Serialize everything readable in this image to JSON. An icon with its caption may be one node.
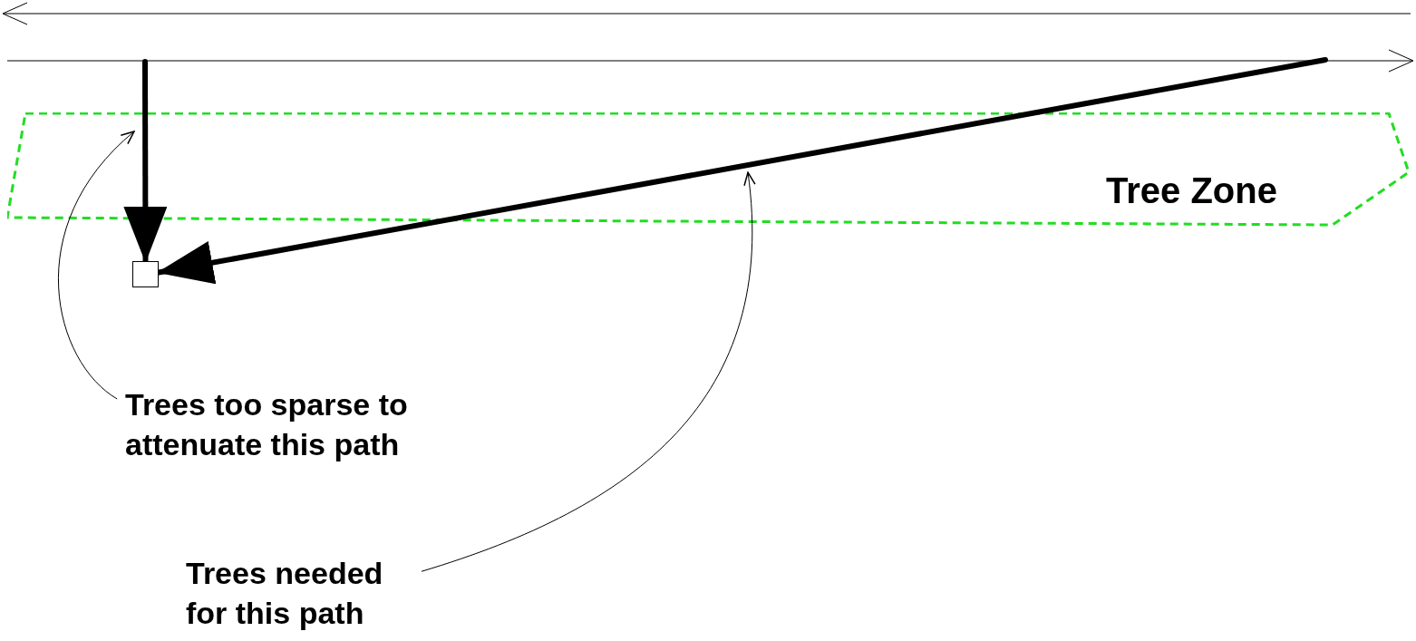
{
  "diagram": {
    "nodes": [
      {
        "text": [
          "Tree Zone"
        ]
      },
      {
        "text": [],
        "shape": "box"
      },
      {
        "text": [
          "Trees too sparse to attenuate this path"
        ]
      },
      {
        "text": [
          "Trees needed for this path"
        ]
      }
    ],
    "edges": [
      {
        "from": null,
        "to": 1,
        "arrow": "to",
        "style": "thick"
      },
      {
        "from": null,
        "to": 1,
        "arrow": "to",
        "style": "thick"
      },
      {
        "from": 2,
        "to": 0,
        "arrow": "to"
      },
      {
        "from": 3,
        "to": 0,
        "arrow": "to"
      }
    ]
  }
}
